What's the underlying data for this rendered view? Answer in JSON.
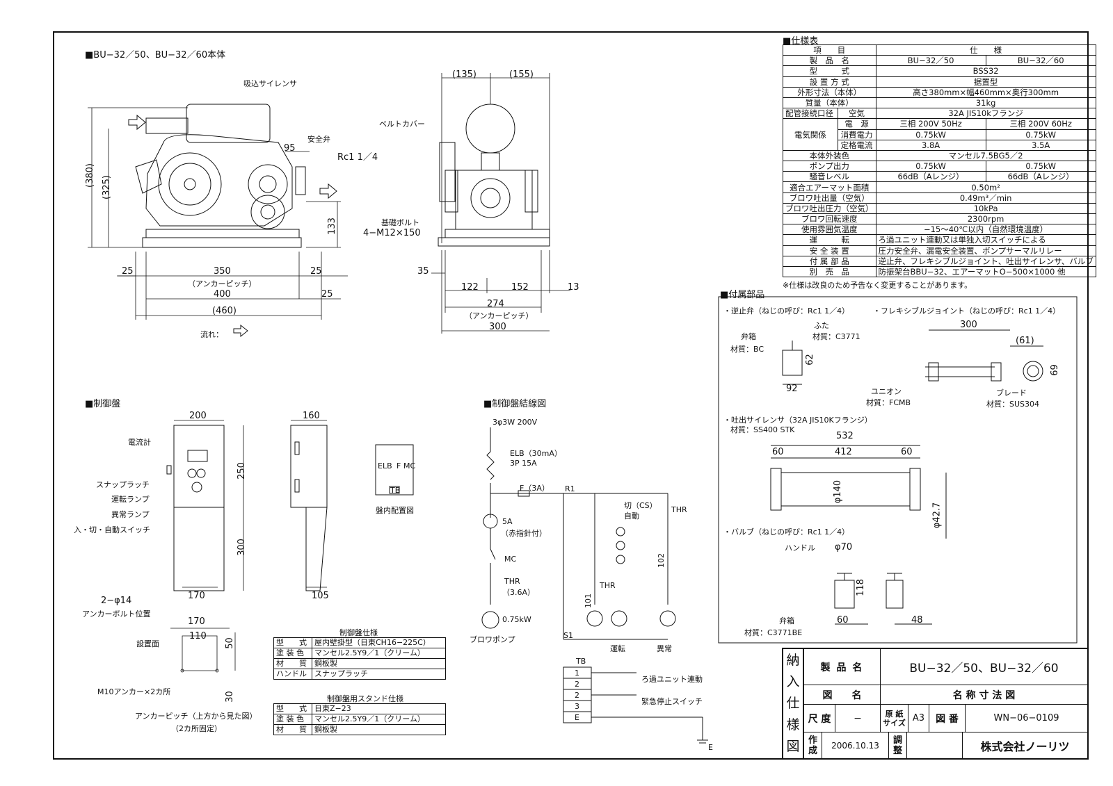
{
  "sections": {
    "body_title": "■BU−32／50、BU−32／60本体",
    "spec_title": "■仕様表",
    "parts_title": "■付属部品",
    "panel_title": "■制御盤",
    "wiring_title": "■制御盤結線図"
  },
  "body_view": {
    "labels": {
      "intake_silencer": "吸込サイレンサ",
      "safety_valve": "安全弁",
      "rc": "Rc1 1／4",
      "belt_cover": "ベルトカバー",
      "foundation_bolt": "基礎ボルト",
      "bolt_spec": "4−M12×150",
      "flow": "流れ："
    },
    "dims": {
      "d380": "(380)",
      "d325": "(325)",
      "d95": "95",
      "d133": "133",
      "d25a": "25",
      "d350": "350",
      "anchor_pitch": "（アンカーピッチ）",
      "d25b": "25",
      "d400": "400",
      "d25c": "25",
      "d460": "(460)",
      "d135": "(135)",
      "d155": "(155)",
      "d35": "35",
      "d122": "122",
      "d152": "152",
      "d13": "13",
      "d274": "274",
      "anchor_pitch2": "（アンカーピッチ）",
      "d300": "300"
    }
  },
  "spec_table": {
    "header": [
      "項　　目",
      "仕　　様"
    ],
    "rows": [
      {
        "k": "製　品　名",
        "a": "BU−32／50",
        "b": "BU−32／60"
      },
      {
        "k": "型　　　式",
        "v": "BSS32"
      },
      {
        "k": "設 置 方 式",
        "v": "据置型"
      },
      {
        "k": "外形寸法（本体）",
        "v": "高さ380mm×幅460mm×奥行300mm"
      },
      {
        "k": "質量（本体）",
        "v": "31kg"
      },
      {
        "k": "配管接続口径",
        "k2": "空気",
        "v": "32A JIS10kフランジ"
      },
      {
        "k": "電気関係",
        "k2": "電　源",
        "a": "三相 200V 50Hz",
        "b": "三相 200V 60Hz"
      },
      {
        "k2": "消費電力",
        "a": "0.75kW",
        "b": "0.75kW"
      },
      {
        "k2": "定格電流",
        "a": "3.8A",
        "b": "3.5A"
      },
      {
        "k": "本体外装色",
        "v": "マンセル7.5BG5／2"
      },
      {
        "k": "ポンプ出力",
        "a": "0.75kW",
        "b": "0.75kW"
      },
      {
        "k": "騒音レベル",
        "a": "66dB（Aレンジ）",
        "b": "66dB（Aレンジ）"
      },
      {
        "k": "適合エアーマット面積",
        "v": "0.50m²"
      },
      {
        "k": "ブロワ吐出量（空気）",
        "v": "0.49m³／min"
      },
      {
        "k": "ブロワ吐出圧力（空気）",
        "v": "10kPa"
      },
      {
        "k": "ブロワ回転速度",
        "v": "2300rpm"
      },
      {
        "k": "使用雰囲気温度",
        "v": "−15〜40℃以内（自然環境温度）"
      },
      {
        "k": "運　　　転",
        "v": "ろ過ユニット連動又は単独入切スイッチによる"
      },
      {
        "k": "安 全 装 置",
        "v": "圧力安全弁、漏電安全装置、ポンプサーマルリレー"
      },
      {
        "k": "付 属 部 品",
        "v": "逆止弁、フレキシブルジョイント、吐出サイレンサ、バルブ"
      },
      {
        "k": "別　売　品",
        "v": "防振架台BBU−32、エアーマットO−500×1000 他"
      }
    ],
    "note": "※仕様は改良のため予告なく変更することがあります。"
  },
  "parts": {
    "check_valve": "・逆止弁（ねじの呼び：Rc1 1／4）",
    "flex_joint": "・フレキシブルジョイント（ねじの呼び：Rc1 1／4）",
    "lid": "ふた",
    "valve_box": "弁箱",
    "mat_c3771": "材質：C3771",
    "mat_bc": "材質：BC",
    "d62": "62",
    "d92": "92",
    "d300": "300",
    "d61": "(61)",
    "d69": "69",
    "union": "ユニオン",
    "braid": "ブレード",
    "mat_fcmb": "材質：FCMB",
    "mat_sus": "材質：SUS304",
    "silencer": "・吐出サイレンサ（32A JIS10Kフランジ）",
    "mat_ss": "材質：SS400 STK",
    "d532": "532",
    "d60a": "60",
    "d412": "412",
    "d60b": "60",
    "d140": "φ140",
    "d427": "φ42.7",
    "valve": "・バルブ（ねじの呼び：Rc1 1／4）",
    "handle": "ハンドル",
    "d70": "φ70",
    "d118": "118",
    "valve_box2": "弁箱",
    "mat_c3771be": "材質：C3771BE",
    "d60c": "60",
    "d48": "48"
  },
  "panel": {
    "d200": "200",
    "d160": "160",
    "d250": "250",
    "d300": "300",
    "d170": "170",
    "d105": "105",
    "ammeter": "電流計",
    "snap_latch": "スナップラッチ",
    "run_lamp": "運転ランプ",
    "fault_lamp": "異常ランプ",
    "switch": "入・切・自動スイッチ",
    "hole": "2−φ14",
    "anchor_pos": "アンカーボルト位置",
    "d170b": "170",
    "d110": "110",
    "d50": "50",
    "d30": "30",
    "install_face": "設置面",
    "anchor2": "M10アンカー×2カ所",
    "anchor_pitch": "アンカーピッチ（上方から見た図）",
    "fixed": "（2カ所固定）",
    "layout": {
      "elb": "ELB",
      "f": "F",
      "mc": "MC",
      "tb": "TB",
      "caption": "盤内配置図"
    }
  },
  "panel_spec": {
    "title": "制御盤仕様",
    "rows": [
      {
        "k": "型　　式",
        "v": "屋内壁掛型（日東CH16−225C）"
      },
      {
        "k": "塗 装 色",
        "v": "マンセル2.5Y9／1（クリーム）"
      },
      {
        "k": "材　　質",
        "v": "鋼板製"
      },
      {
        "k": "ハンドル",
        "v": "スナップラッチ"
      }
    ]
  },
  "stand_spec": {
    "title": "制御盤用スタンド仕様",
    "rows": [
      {
        "k": "型　　式",
        "v": "日東Z−23"
      },
      {
        "k": "塗 装 色",
        "v": "マンセル2.5Y9／1（クリーム）"
      },
      {
        "k": "材　　質",
        "v": "鋼板製"
      }
    ]
  },
  "wiring": {
    "supply": "3φ3W 200V",
    "elb": "ELB（30mA）",
    "elb2": "3P 15A",
    "fuse": "F（3A）",
    "r1": "R1",
    "amp": "5A",
    "amp2": "（赤指針付）",
    "mc": "MC",
    "thr": "THR",
    "thr2": "（3.6A）",
    "motor": "0.75kW",
    "blower": "ブロワポンプ",
    "s1": "S1",
    "cs": "切（CS）",
    "auto": "自動",
    "thr_b": "THR",
    "thr_c": "THR",
    "run": "運転",
    "fault": "異常",
    "d102": "102",
    "d101": "101",
    "tb": "TB",
    "tb_rows": [
      "1",
      "2",
      "2",
      "3",
      "E"
    ],
    "filter": "ろ過ユニット連動",
    "estop": "緊急停止スイッチ",
    "e": "E"
  },
  "title_block": {
    "left": [
      "納",
      "入",
      "仕",
      "様",
      "図"
    ],
    "product_label": "製 品 名",
    "product": "BU−32／50、BU−32／60",
    "drawing_label": "図　　名",
    "drawing": "名 称 寸 法 図",
    "scale_label": "尺 度",
    "scale": "−",
    "paper_label": "原 紙\nサイズ",
    "paper": "A3",
    "number_label": "図 番",
    "number": "WN−06−0109",
    "made_label": "作\n成",
    "date": "2006.10.13",
    "adj_label": "調\n整",
    "company": "株式会社ノーリツ"
  }
}
